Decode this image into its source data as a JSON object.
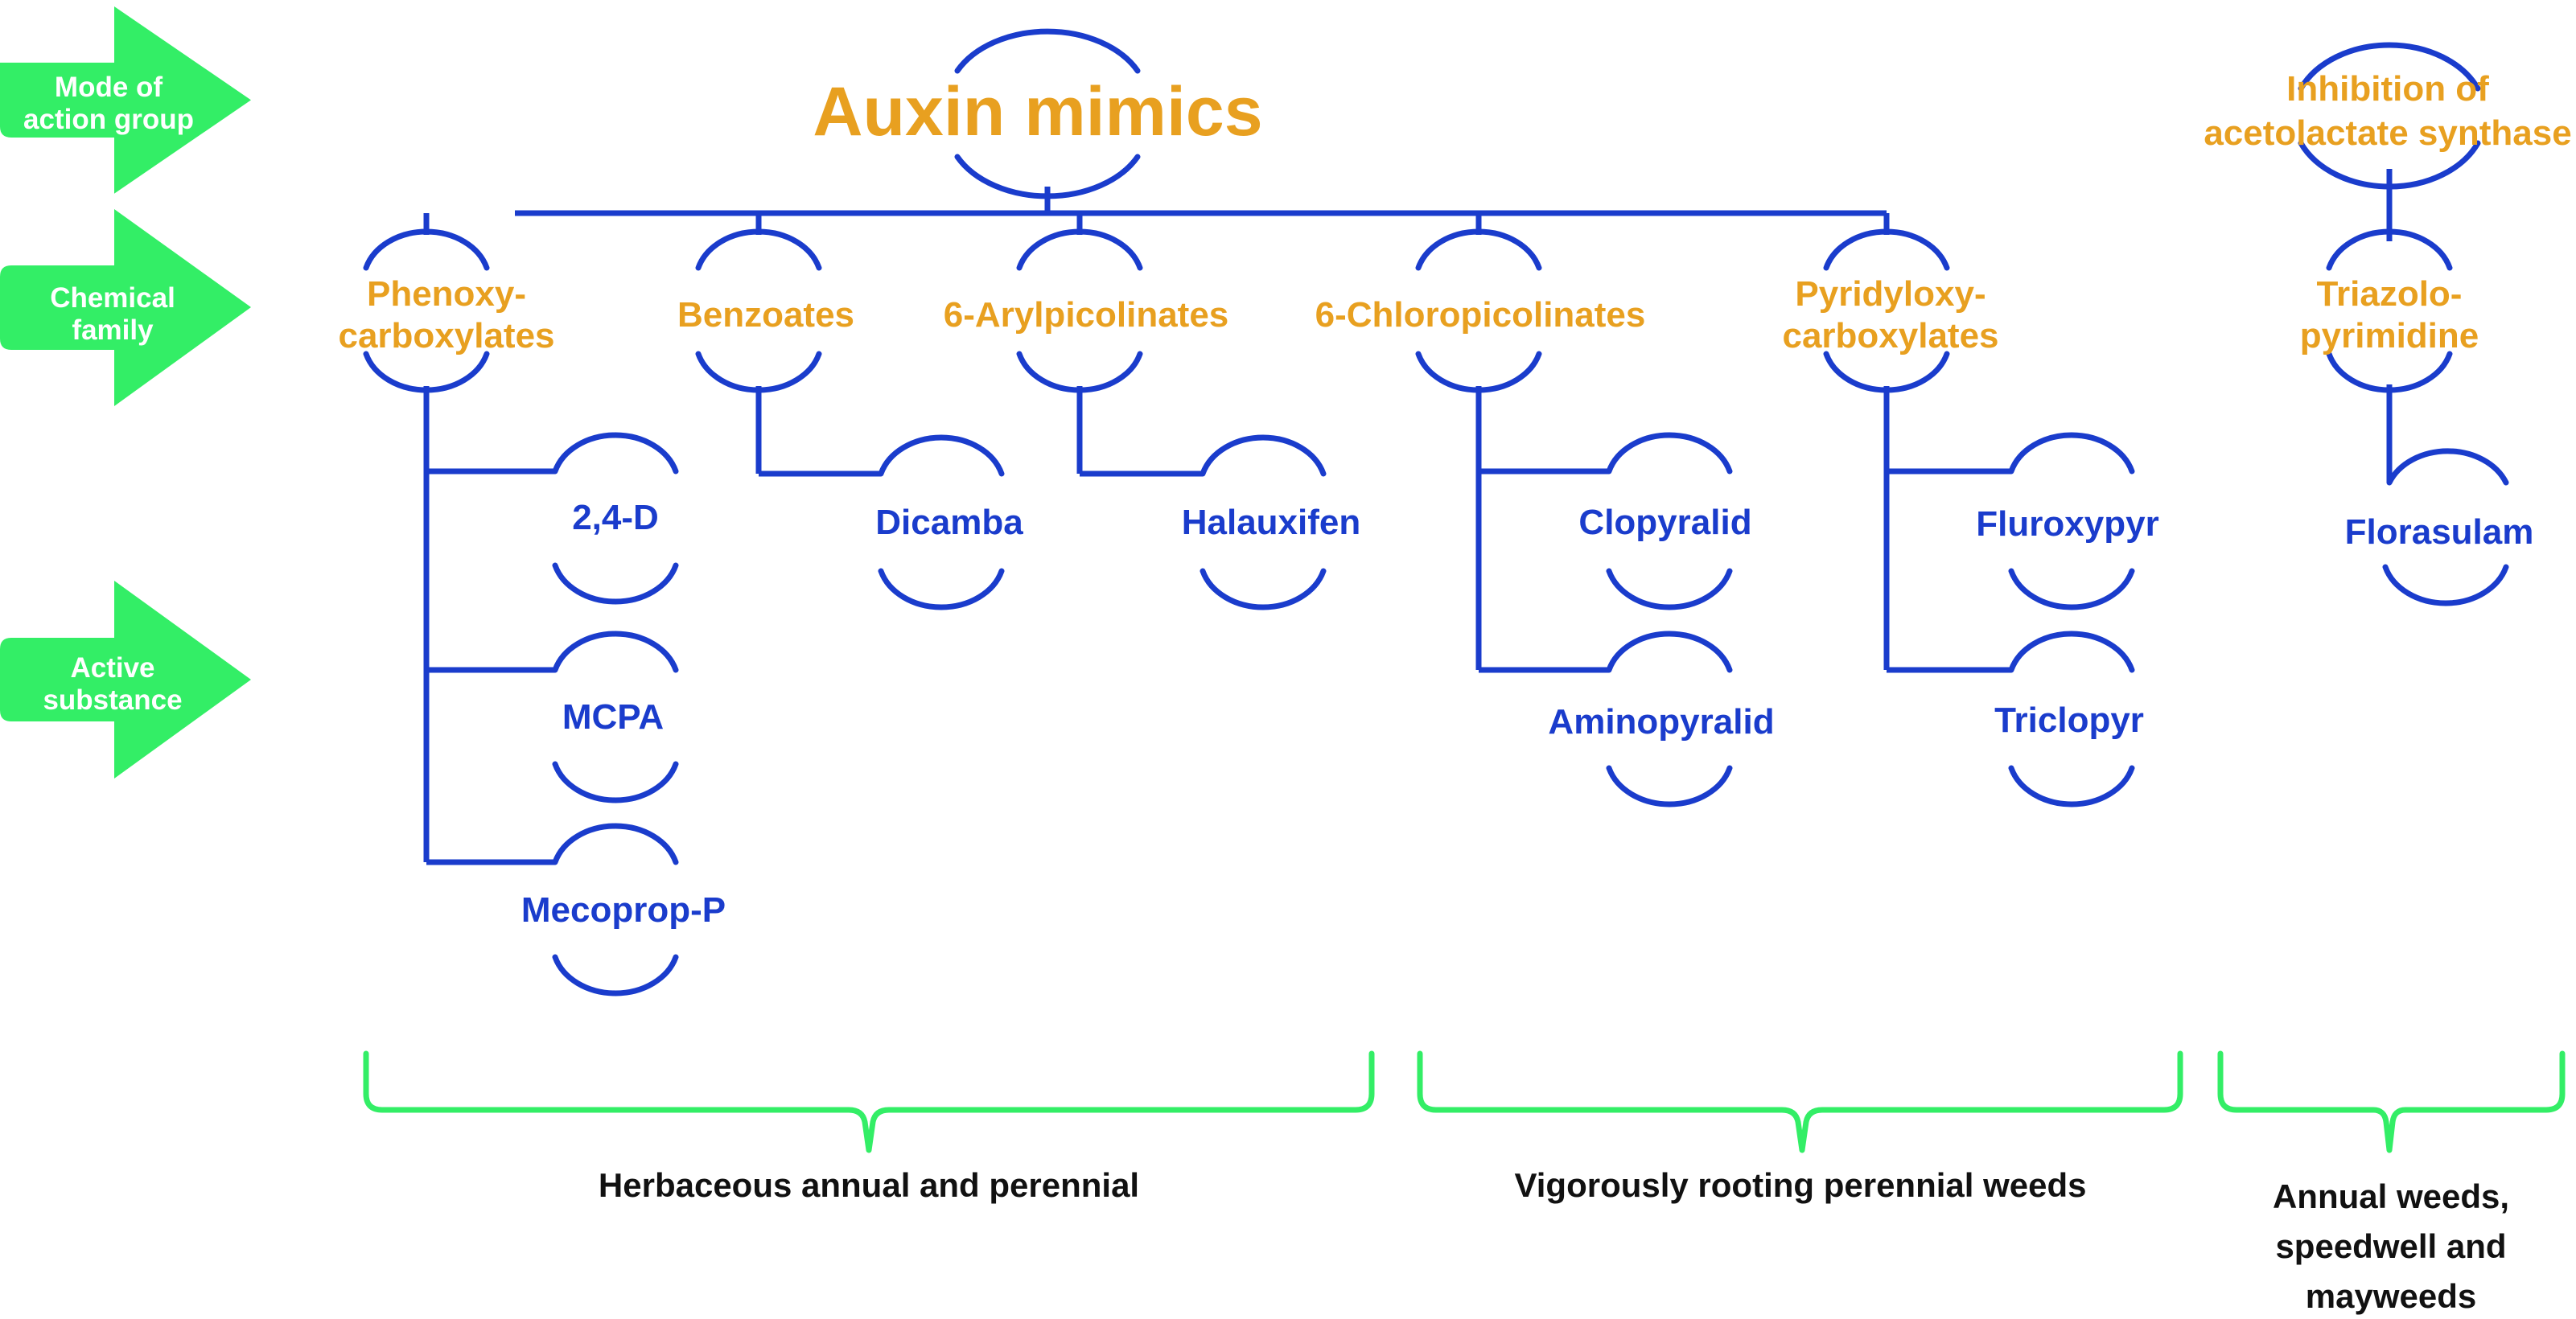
{
  "levels": {
    "mode_of_action": {
      "line1": "Mode of",
      "line2": "action group"
    },
    "chemical_family": {
      "line1": "Chemical",
      "line2": "family"
    },
    "active_substance": {
      "line1": "Active",
      "line2": "substance"
    }
  },
  "groups": {
    "auxin_mimics": "Auxin mimics",
    "als_inhibition": {
      "line1": "Inhibition of",
      "line2": "acetolactate synthase"
    }
  },
  "families": {
    "phenoxy": {
      "line1": "Phenoxy-",
      "line2": "carboxylates"
    },
    "benzoates": "Benzoates",
    "arylpicolinates": "6-Arylpicolinates",
    "chloropicolinates": "6-Chloropicolinates",
    "pyridyloxy": {
      "line1": "Pyridyloxy-",
      "line2": "carboxylates"
    },
    "triazolo": {
      "line1": "Triazolo-",
      "line2": "pyrimidine"
    }
  },
  "substances": {
    "d24": "2,4-D",
    "mcpa": "MCPA",
    "mecoprop": "Mecoprop-P",
    "dicamba": "Dicamba",
    "halauxifen": "Halauxifen",
    "clopyralid": "Clopyralid",
    "aminopyralid": "Aminopyralid",
    "fluroxypyr": "Fluroxypyr",
    "triclopyr": "Triclopyr",
    "florasulam": "Florasulam"
  },
  "weed_groups": {
    "herbaceous": "Herbaceous annual and perennial",
    "vigorous": "Vigorously rooting perennial weeds",
    "annual": {
      "line1": "Annual weeds,",
      "line2": "speedwell and",
      "line3": "mayweeds"
    }
  },
  "colors": {
    "arrow": "#33ee66",
    "orange_text": "#e8a020",
    "blue_lines": "#1a3ccc"
  }
}
